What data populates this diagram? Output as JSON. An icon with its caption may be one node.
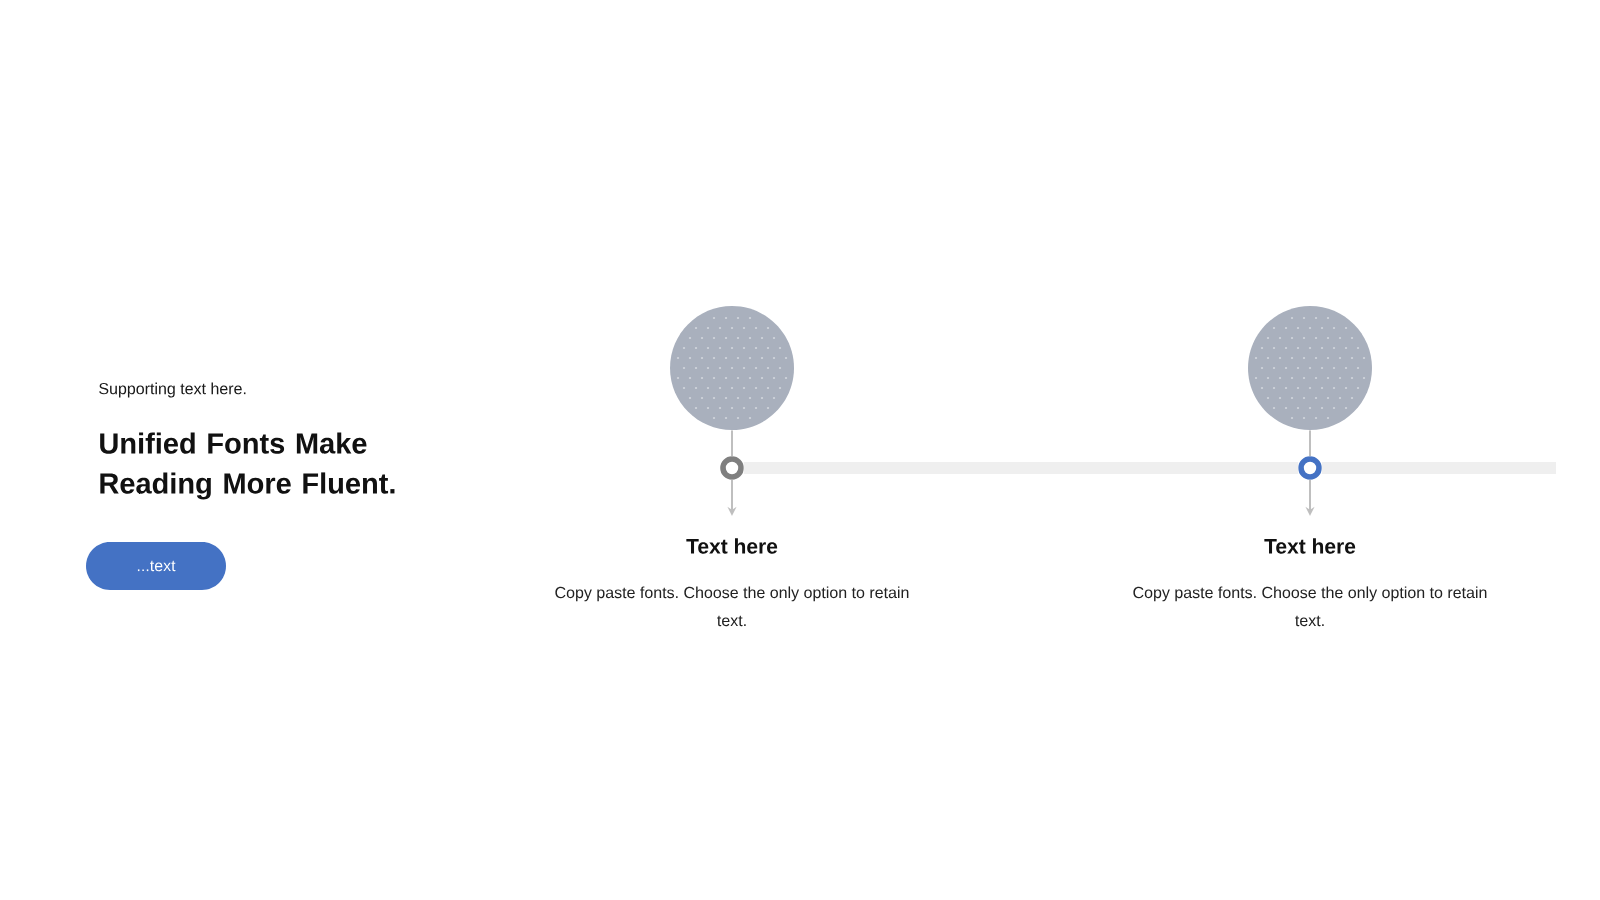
{
  "diagram": {
    "title": "Unified Fonts Make Reading More Fluent.",
    "nodes": [
      {
        "text": [
          "...text"
        ]
      },
      {
        "text": [],
        "shape": "circle"
      },
      {
        "text": [],
        "shape": "circle"
      },
      {
        "text": [
          "Text here",
          "Copy paste fonts. Choose the only option to retain text."
        ]
      },
      {
        "text": [],
        "shape": "circle"
      },
      {
        "text": [],
        "shape": "circle"
      },
      {
        "text": [
          "Text here",
          "Copy paste fonts. Choose the only option to retain text."
        ]
      }
    ],
    "edges": [
      {
        "from": 1,
        "to": 2,
        "arrow": "none"
      },
      {
        "from": 2,
        "to": 3,
        "arrow": "to"
      },
      {
        "from": 4,
        "to": 5,
        "arrow": "none"
      },
      {
        "from": 5,
        "to": 6,
        "arrow": "to"
      },
      {
        "from": 2,
        "to": 5,
        "arrow": "none",
        "style": "thick",
        "color": "#efefef"
      },
      {
        "from": 5,
        "to": null,
        "arrow": "none",
        "style": "thick",
        "color": "#efefef"
      }
    ],
    "labels": [
      "Supporting text here."
    ]
  }
}
